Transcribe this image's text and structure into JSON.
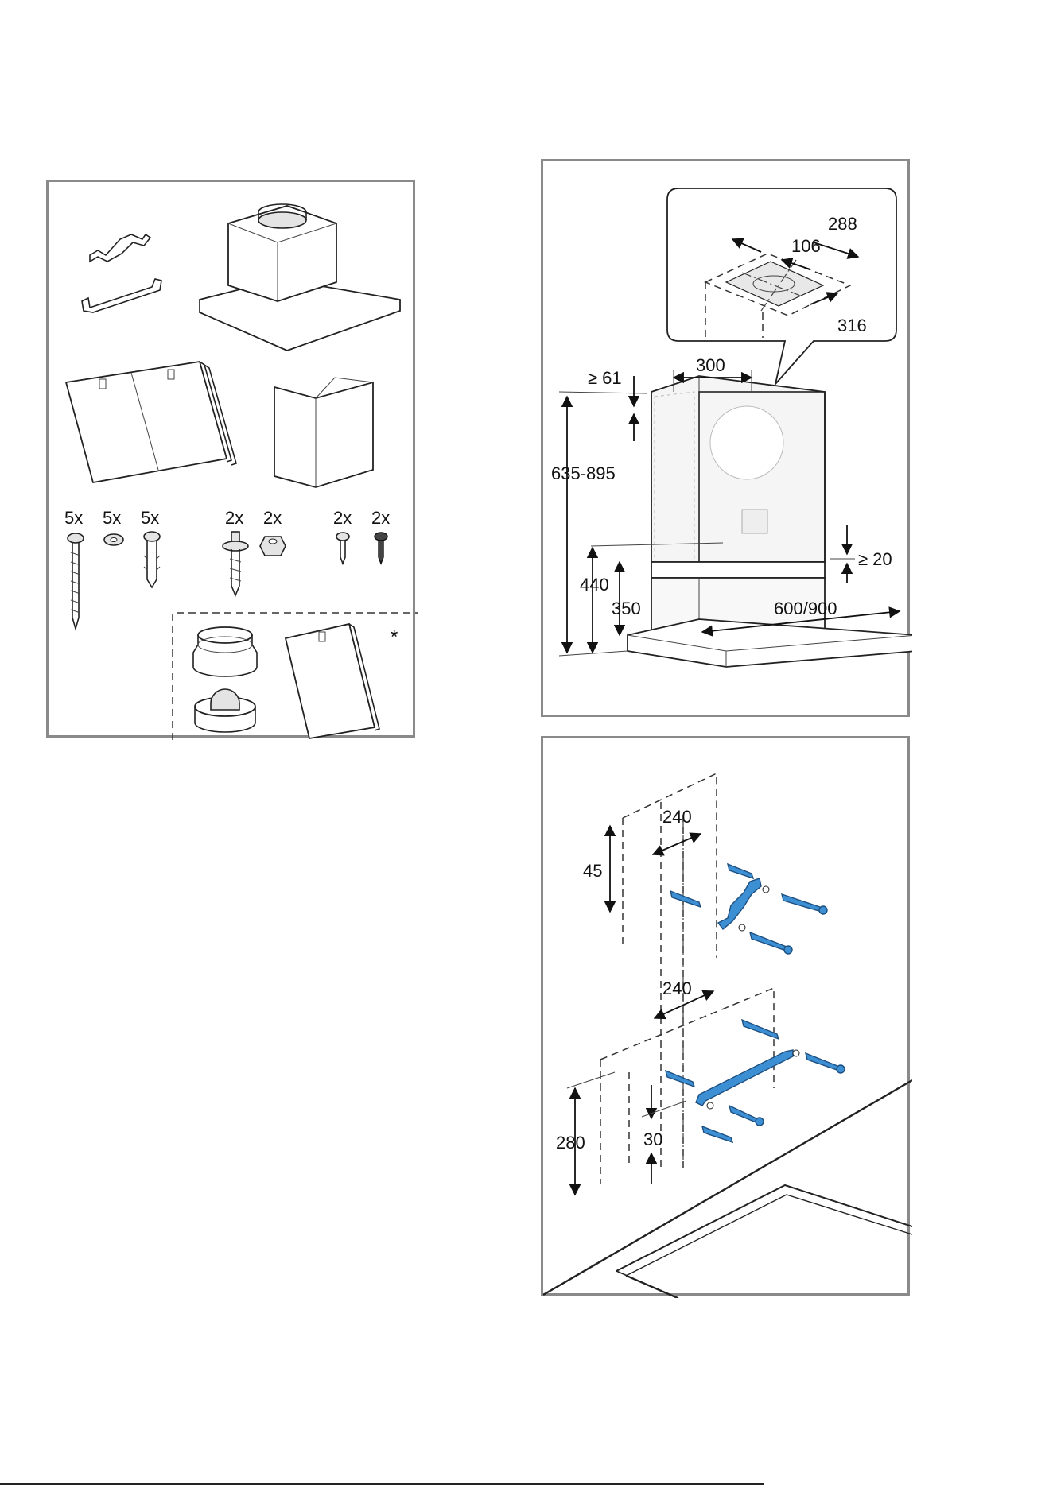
{
  "panel1": {
    "quantities": [
      "5x",
      "5x",
      "5x",
      "2x",
      "2x",
      "2x",
      "2x"
    ],
    "optional_marker": "*"
  },
  "panel2": {
    "dims": {
      "d288": "288",
      "d106": "106",
      "d316": "316",
      "d61": "≥ 61",
      "d300": "300",
      "d635": "635-895",
      "d440": "440",
      "d350": "350",
      "d20": "≥ 20",
      "d600": "600/900"
    }
  },
  "panel3": {
    "dims": {
      "d240a": "240",
      "d45": "45",
      "d240b": "240",
      "d280": "280",
      "d30": "30"
    }
  },
  "colors": {
    "frame": "#8a8a8a",
    "accent_blue": "#3d8fd4"
  }
}
